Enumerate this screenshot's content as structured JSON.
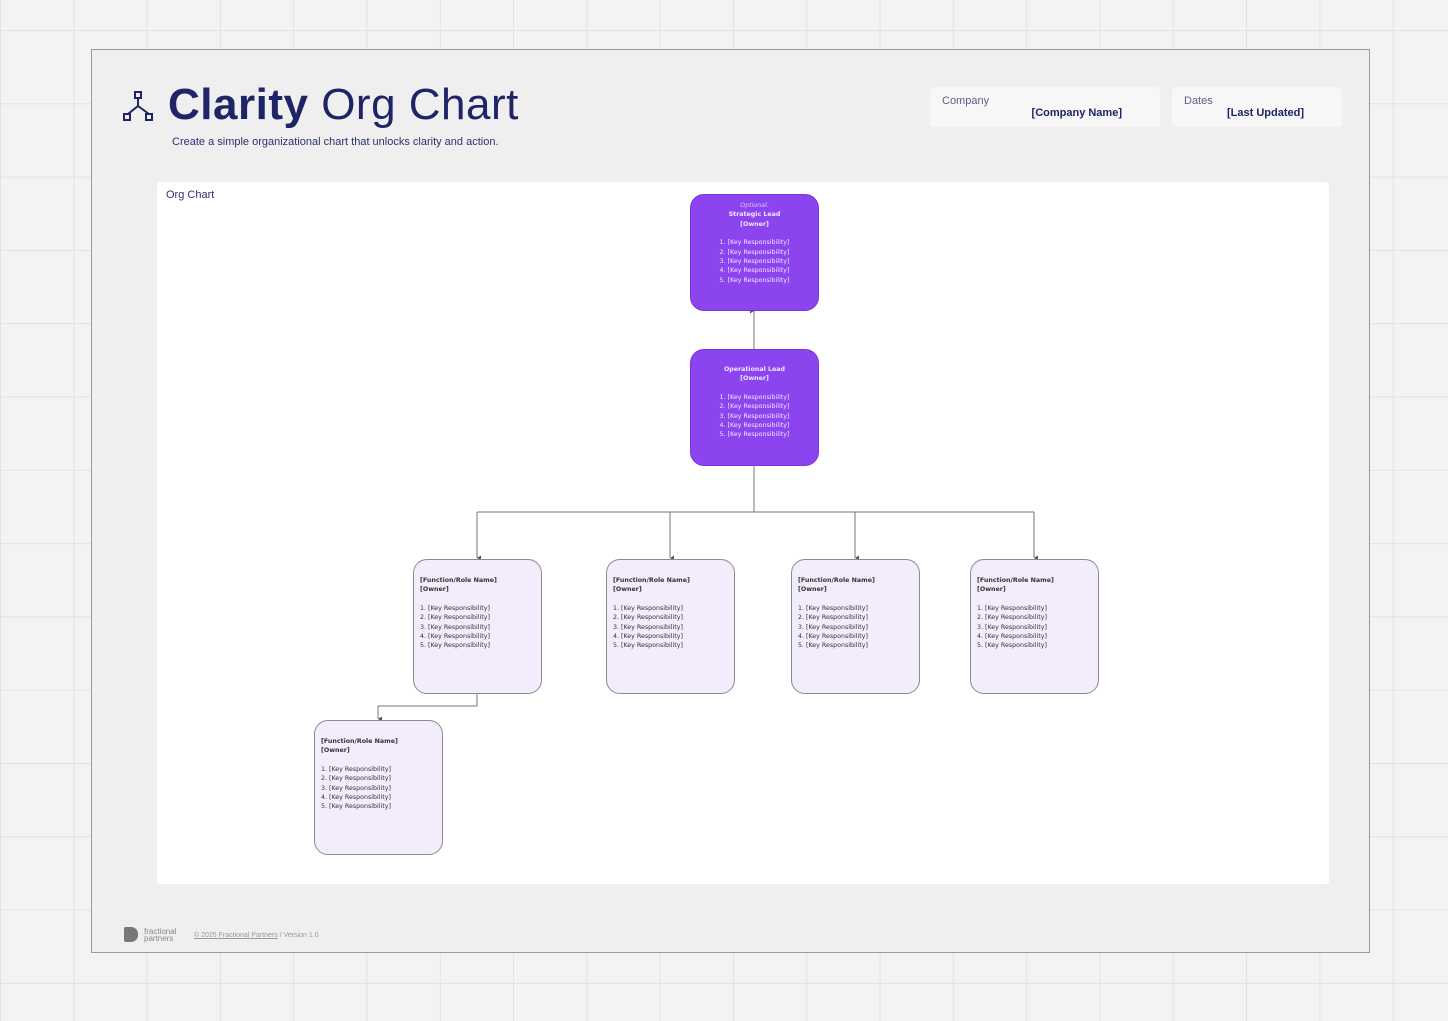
{
  "header": {
    "title_bold": "Clarity",
    "title_rest": "Org Chart",
    "subtitle": "Create a simple organizational chart that unlocks clarity and action."
  },
  "info": {
    "company_label": "Company",
    "company_value": "[Company Name]",
    "dates_label": "Dates",
    "dates_value": "[Last Updated]"
  },
  "canvas": {
    "title": "Org Chart"
  },
  "strategic": {
    "optional": "Optional:",
    "name": "Strategic Lead",
    "owner": "[Owner]",
    "items": [
      "1. [Key Responsibility]",
      "2. [Key Responsibility]",
      "3. [Key Responsibility]",
      "4. [Key Responsibility]",
      "5. [Key Responsibility]"
    ]
  },
  "operational": {
    "name": "Operational Lead",
    "owner": "[Owner]",
    "items": [
      "1. [Key Responsibility]",
      "2. [Key Responsibility]",
      "3. [Key Responsibility]",
      "4. [Key Responsibility]",
      "5. [Key Responsibility]"
    ]
  },
  "functions": [
    {
      "name": "[Function/Role Name]",
      "owner": "[Owner]",
      "items": [
        "1. [Key Responsibility]",
        "2. [Key Responsibility]",
        "3. [Key Responsibility]",
        "4. [Key Responsibility]",
        "5. [Key Responsibility]"
      ]
    },
    {
      "name": "[Function/Role Name]",
      "owner": "[Owner]",
      "items": [
        "1. [Key Responsibility]",
        "2. [Key Responsibility]",
        "3. [Key Responsibility]",
        "4. [Key Responsibility]",
        "5. [Key Responsibility]"
      ]
    },
    {
      "name": "[Function/Role Name]",
      "owner": "[Owner]",
      "items": [
        "1. [Key Responsibility]",
        "2. [Key Responsibility]",
        "3. [Key Responsibility]",
        "4. [Key Responsibility]",
        "5. [Key Responsibility]"
      ]
    },
    {
      "name": "[Function/Role Name]",
      "owner": "[Owner]",
      "items": [
        "1. [Key Responsibility]",
        "2. [Key Responsibility]",
        "3. [Key Responsibility]",
        "4. [Key Responsibility]",
        "5. [Key Responsibility]"
      ]
    },
    {
      "name": "[Function/Role Name]",
      "owner": "[Owner]",
      "items": [
        "1. [Key Responsibility]",
        "2. [Key Responsibility]",
        "3. [Key Responsibility]",
        "4. [Key Responsibility]",
        "5. [Key Responsibility]"
      ]
    }
  ],
  "footer": {
    "brand_line1": "fractional",
    "brand_line2": "partners",
    "copyright": "© 2025 Fractional Partners",
    "version": " / Version 1.0"
  },
  "colors": {
    "brand_navy": "#1f2466",
    "lead_purple": "#8c44ee",
    "function_fill": "#f3ecfd"
  }
}
